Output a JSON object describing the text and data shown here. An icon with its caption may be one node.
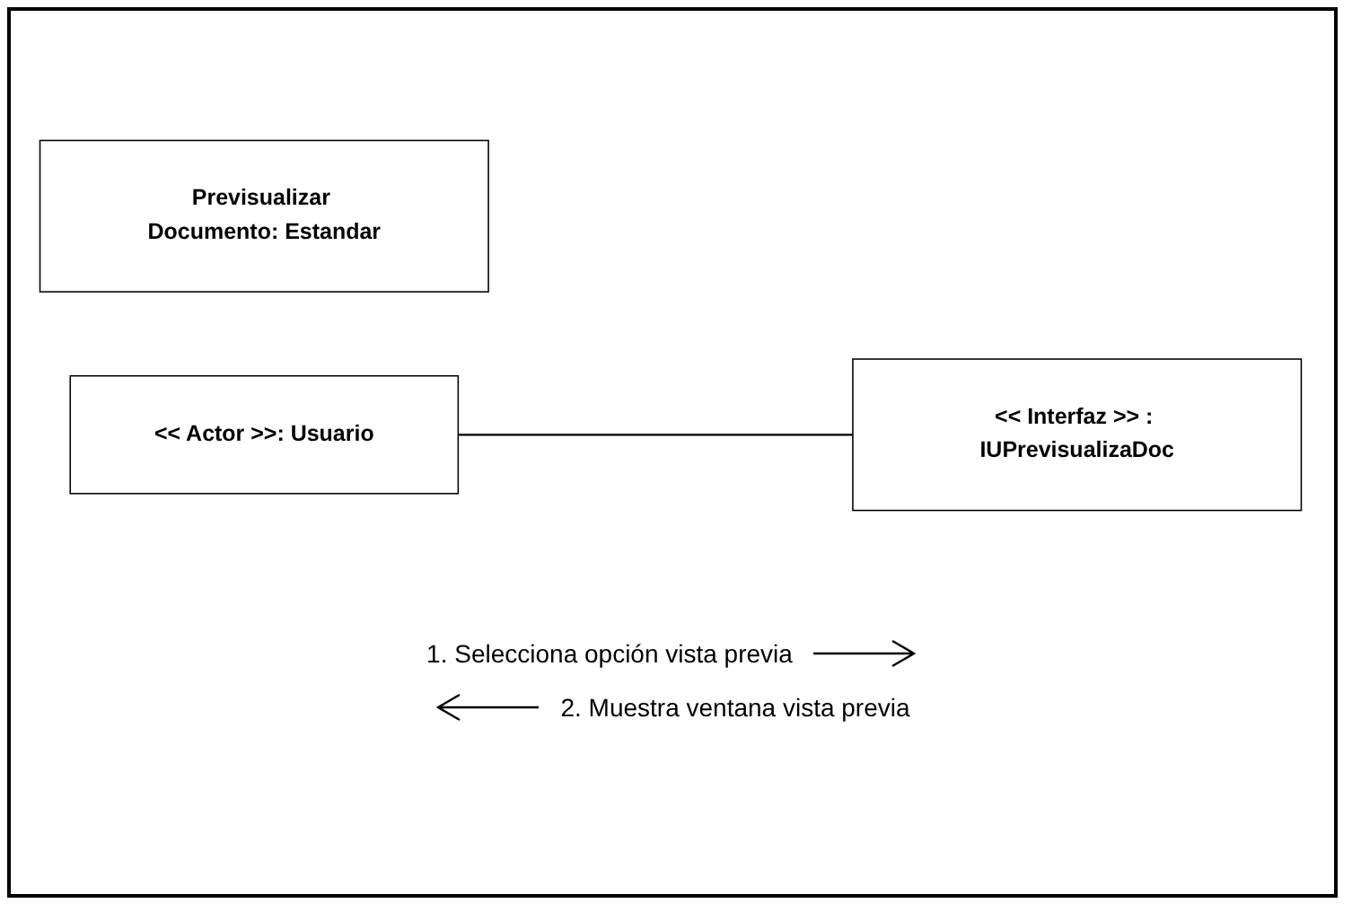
{
  "diagram": {
    "nodes": [
      {
        "text": [
          "Previsualizar Documento: Estandar"
        ]
      },
      {
        "text": [
          "<< Actor >>: Usuario"
        ]
      },
      {
        "text": [
          "<< Interfaz >> : IUPrevisualizaDoc"
        ]
      }
    ],
    "edges": [
      {
        "from": 1,
        "to": 2,
        "arrow": "none"
      }
    ],
    "labels": [
      "1. Selecciona opción vista previa",
      "2. Muestra ventana vista previa"
    ]
  }
}
